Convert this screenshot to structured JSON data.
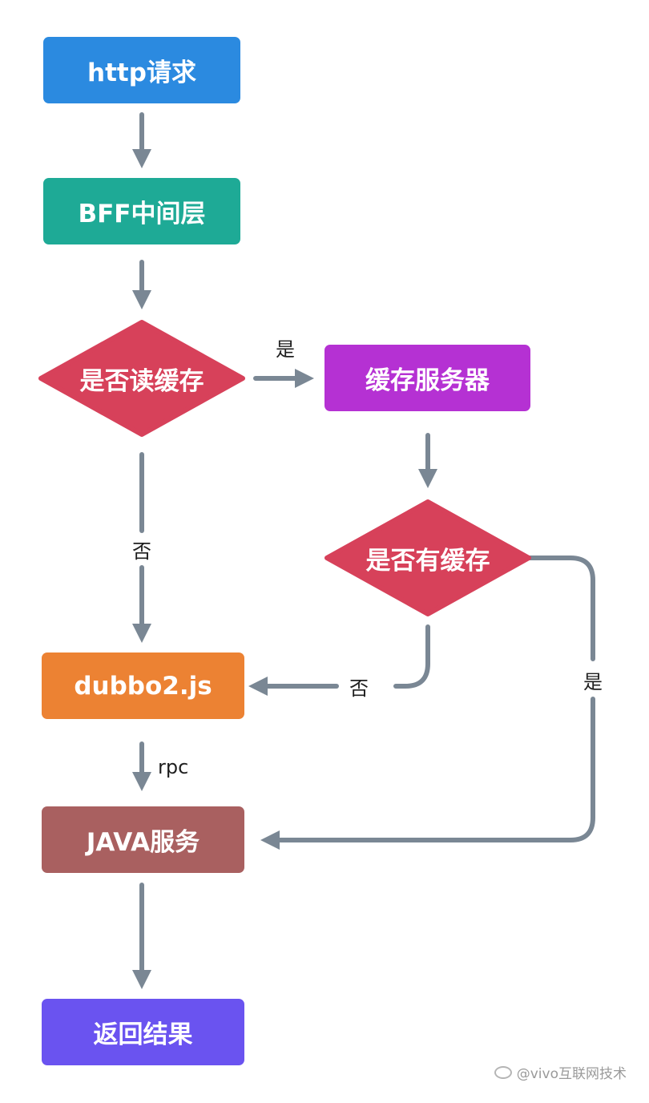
{
  "nodes": {
    "http_request": {
      "label": "http请求",
      "color": "#2b8ae0"
    },
    "bff": {
      "label": "BFF中间层",
      "color": "#1eaa96"
    },
    "read_cache_decision": {
      "label": "是否读缓存",
      "color": "#d7415a"
    },
    "cache_server": {
      "label": "缓存服务器",
      "color": "#b531d3"
    },
    "has_cache_decision": {
      "label": "是否有缓存",
      "color": "#d7415a"
    },
    "dubbo": {
      "label": "dubbo2.js",
      "color": "#ec8233"
    },
    "java_service": {
      "label": "JAVA服务",
      "color": "#a96060"
    },
    "return_result": {
      "label": "返回结果",
      "color": "#6a53f0"
    }
  },
  "edge_labels": {
    "read_cache_yes": "是",
    "read_cache_no": "否",
    "has_cache_no": "否",
    "has_cache_yes": "是",
    "rpc": "rpc"
  },
  "edge_color": "#7a8794",
  "watermark": "@vivo互联网技术"
}
